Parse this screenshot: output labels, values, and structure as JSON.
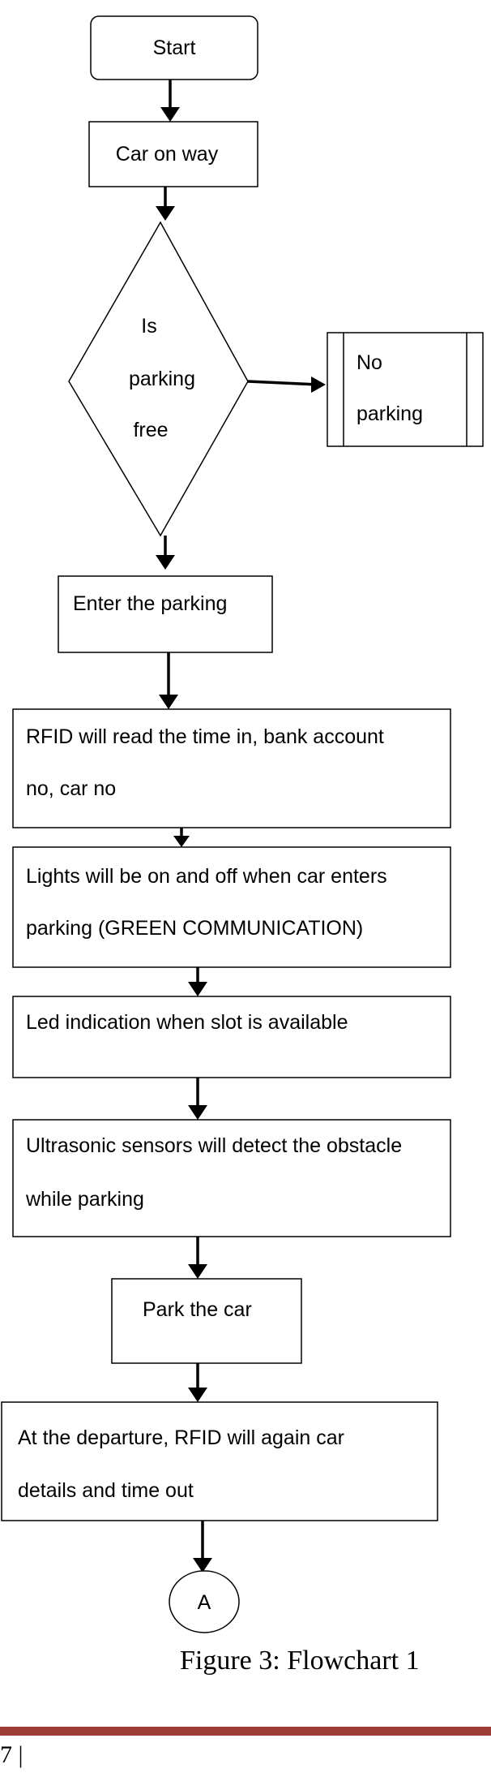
{
  "flowchart": {
    "start": "Start",
    "car_on_way": "Car on way",
    "decision": {
      "line1": "Is",
      "line2": "parking",
      "line3": "free"
    },
    "no_parking": {
      "line1": "No",
      "line2": "parking"
    },
    "enter_parking": "Enter the parking",
    "rfid_read": {
      "line1": "RFID will read the time in, bank account",
      "line2": "no, car no"
    },
    "lights": {
      "line1": "Lights will be on and off when car enters",
      "line2": "parking (GREEN COMMUNICATION)"
    },
    "led": "Led indication when slot is available",
    "ultrasonic": {
      "line1": "Ultrasonic sensors will detect the obstacle",
      "line2": "while parking"
    },
    "park_car": "Park the car",
    "departure": {
      "line1": "At the departure, RFID will again car",
      "line2": "details and time out"
    },
    "connector": "A"
  },
  "caption": "Figure 3: Flowchart 1",
  "footer": {
    "page_marker": "7 |"
  },
  "colors": {
    "stroke": "#000000",
    "footer_bar": "#9b3a36"
  }
}
